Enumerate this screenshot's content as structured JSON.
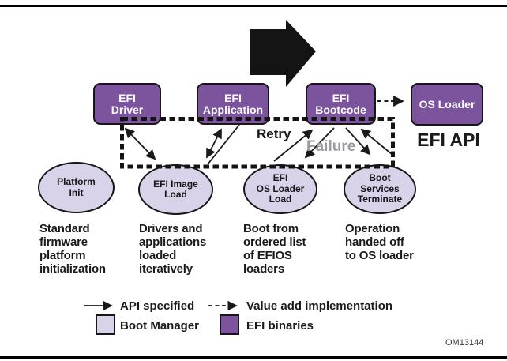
{
  "colors": {
    "efi_binary_fill": "#7B549D",
    "boot_manager_fill": "#D8D3E9",
    "failure_gray": "#9B9BA0"
  },
  "boxes": [
    {
      "label": "EFI\nDriver"
    },
    {
      "label": "EFI\nApplication"
    },
    {
      "label": "EFI\nBootcode"
    },
    {
      "label": "OS Loader"
    }
  ],
  "ellipses": [
    {
      "label": "Platform\nInit"
    },
    {
      "label": "EFI Image\nLoad"
    },
    {
      "label": "EFI\nOS Loader\nLoad"
    },
    {
      "label": "Boot\nServices\nTerminate"
    }
  ],
  "annotations": {
    "retry": "Retry",
    "failure": "Failure",
    "efi_api": "EFI API"
  },
  "descriptions": [
    "Standard\nfirmware\nplatform\ninitialization",
    "Drivers and\napplications\nloaded\niteratively",
    "Boot from\nordered list\nof EFIOS\nloaders",
    "Operation\nhanded off\nto OS loader"
  ],
  "legend": {
    "api_specified": "API specified",
    "value_add": "Value add implementation",
    "boot_manager": "Boot Manager",
    "efi_binaries": "EFI binaries"
  },
  "figure_number": "OM13144"
}
